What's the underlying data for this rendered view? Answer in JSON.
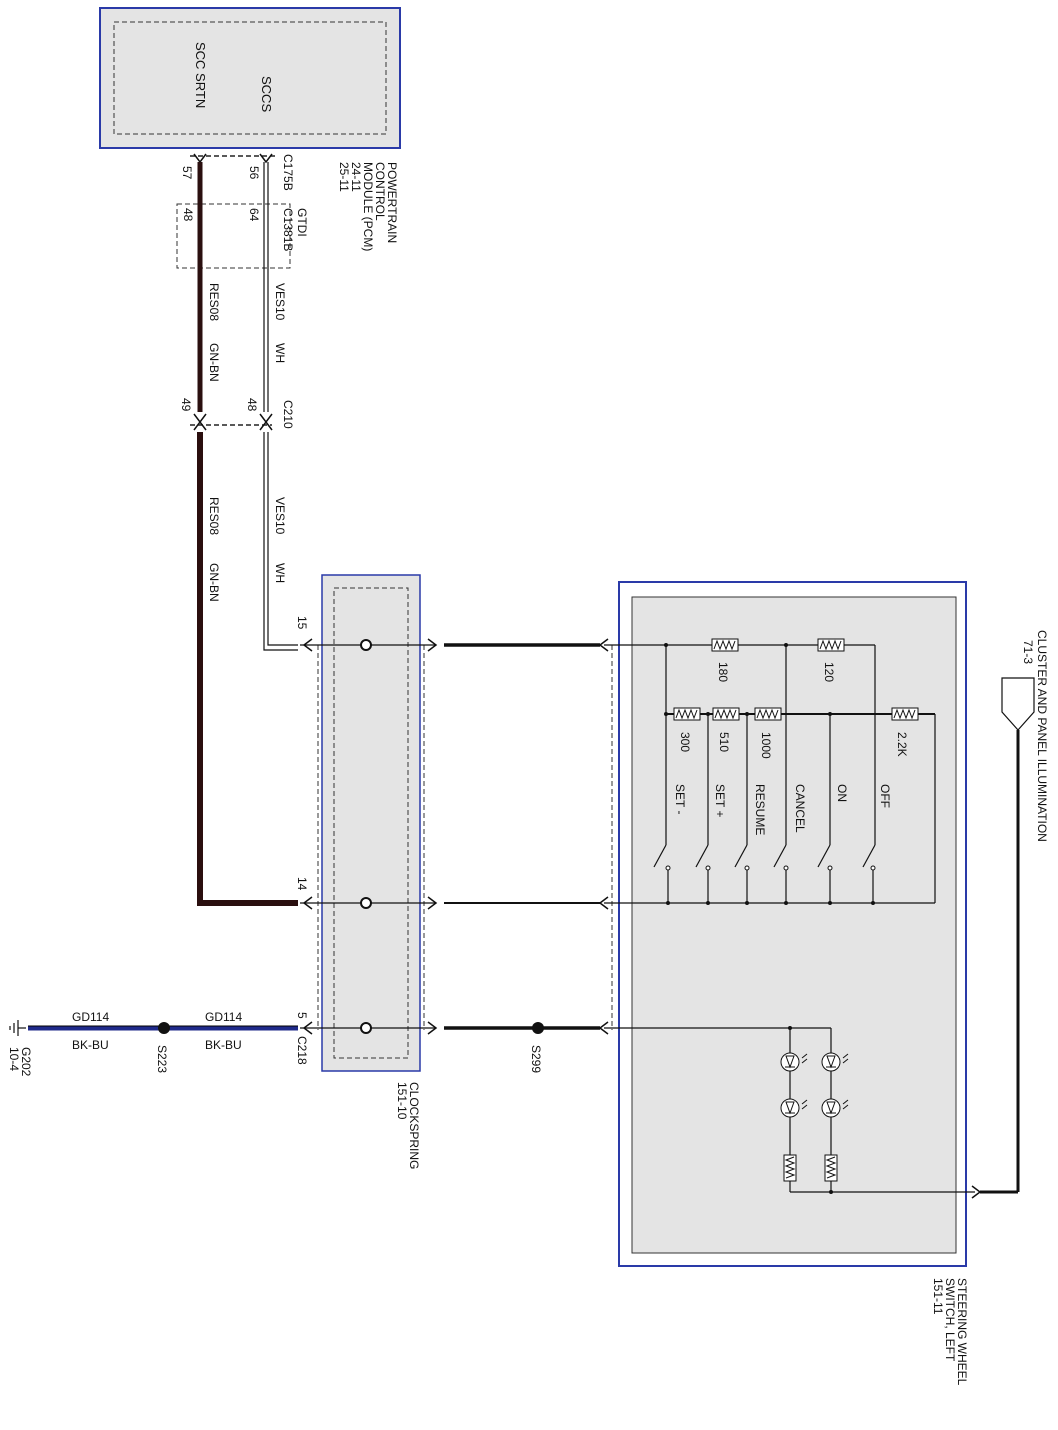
{
  "pcm": {
    "pins": {
      "scc_srtn": "SCC SRTN",
      "sccs": "SCCS"
    },
    "name_lines": [
      "POWERTRAIN",
      "CONTROL",
      "MODULE (PCM)",
      "24-11",
      "25-11"
    ],
    "connector": "C175B",
    "pin_57": "57",
    "pin_56": "56"
  },
  "gtdi": {
    "label": "GTDI",
    "connector": "C1381B",
    "pin_48": "48",
    "pin_64": "64"
  },
  "wire_res": {
    "circuit": "RES08",
    "color": "GN-BN"
  },
  "wire_ves": {
    "circuit": "VES10",
    "color": "WH"
  },
  "c210": {
    "label": "C210",
    "pin_49": "49",
    "pin_48": "48"
  },
  "clockspring": {
    "name": "CLOCKSPRING",
    "ref": "151-10",
    "pin_15": "15",
    "pin_14": "14",
    "pin_5": "5",
    "connector": "C218"
  },
  "ground": {
    "circuit": "GD114",
    "color": "BK-BU",
    "splice": "S223",
    "ground_id": "G202",
    "ground_ref": "10-4"
  },
  "splice_s299": "S299",
  "switch": {
    "name_lines": [
      "STEERING WHEEL",
      "SWITCH, LEFT",
      "151-11"
    ],
    "resistors": {
      "r180": "180",
      "r120": "120",
      "r300": "300",
      "r510": "510",
      "r1000": "1000",
      "r22k": "2.2K"
    },
    "labels": {
      "set_minus": "SET -",
      "set_plus": "SET +",
      "resume": "RESUME",
      "cancel": "CANCEL",
      "on": "ON",
      "off": "OFF"
    }
  },
  "illumination": {
    "label": "CLUSTER AND PANEL ILLUMINATION",
    "ref": "71-3"
  },
  "colors": {
    "module_border": "#2a3aa8",
    "module_fill": "#e4e4e4",
    "wire_blue": "#1f2a8a",
    "wire_dark": "#2a0f0f"
  }
}
